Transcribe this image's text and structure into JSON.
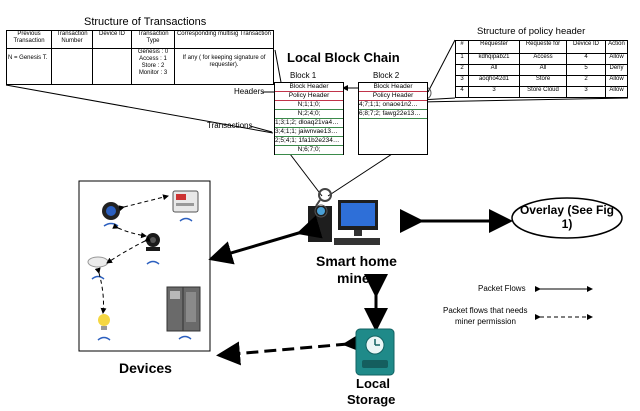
{
  "title": "Local Block Chain",
  "tx_structure": {
    "title": "Structure of Transactions",
    "headers": [
      "Previous Transaction",
      "Transaction Number",
      "Device ID",
      "Transaction Type",
      "Corresponding multisig Transaction"
    ],
    "cells": [
      "N = Genesis T.",
      "",
      "",
      "Genesis : 0\nAccess : 1\nStore : 2\nMonitor : 3",
      "If any ( for keeping signature of requester)."
    ]
  },
  "policy_structure": {
    "title": "Structure of policy header",
    "headers": [
      "#",
      "Requester",
      "Requeste for",
      "Device ID",
      "Action"
    ],
    "rows": [
      [
        "1",
        "kdhqipab21",
        "Access",
        "4",
        "Allow"
      ],
      [
        "2",
        "All",
        "All",
        "5",
        "Deny"
      ],
      [
        "3",
        "aoqho42d1",
        "Store",
        "2",
        "Allow"
      ],
      [
        "4",
        "3",
        "Store Cloud",
        "3",
        "Allow"
      ]
    ]
  },
  "block1": {
    "label": "Block 1",
    "block_header": "Block Header",
    "policy_header": "Policy Header",
    "transactions": [
      "N;1;1;0;",
      "N;2;4;0;",
      "1;3;1;2;   dloaq21va4…",
      "3;4;1;1;   jaiwnvae13…",
      "2;5;4;1;   1fa1b2e234…",
      "N;6;7;0;"
    ]
  },
  "block2": {
    "label": "Block 2",
    "block_header": "Block Header",
    "policy_header": "Policy Header",
    "transactions": [
      "4;7;1;1;   onaoe1n2…",
      "6;8;7;2;   fawg22e13…"
    ]
  },
  "labels": {
    "headers": "Headers",
    "transactions": "Transactions",
    "miner_line1": "Smart home",
    "miner_line2": "miner",
    "overlay": "Overlay (See Fig 1)",
    "devices": "Devices",
    "storage_line1": "Local",
    "storage_line2": "Storage"
  },
  "legend": {
    "solid": "Packet Flows",
    "dashed_line1": "Packet flows that needs",
    "dashed_line2": "miner permission"
  }
}
